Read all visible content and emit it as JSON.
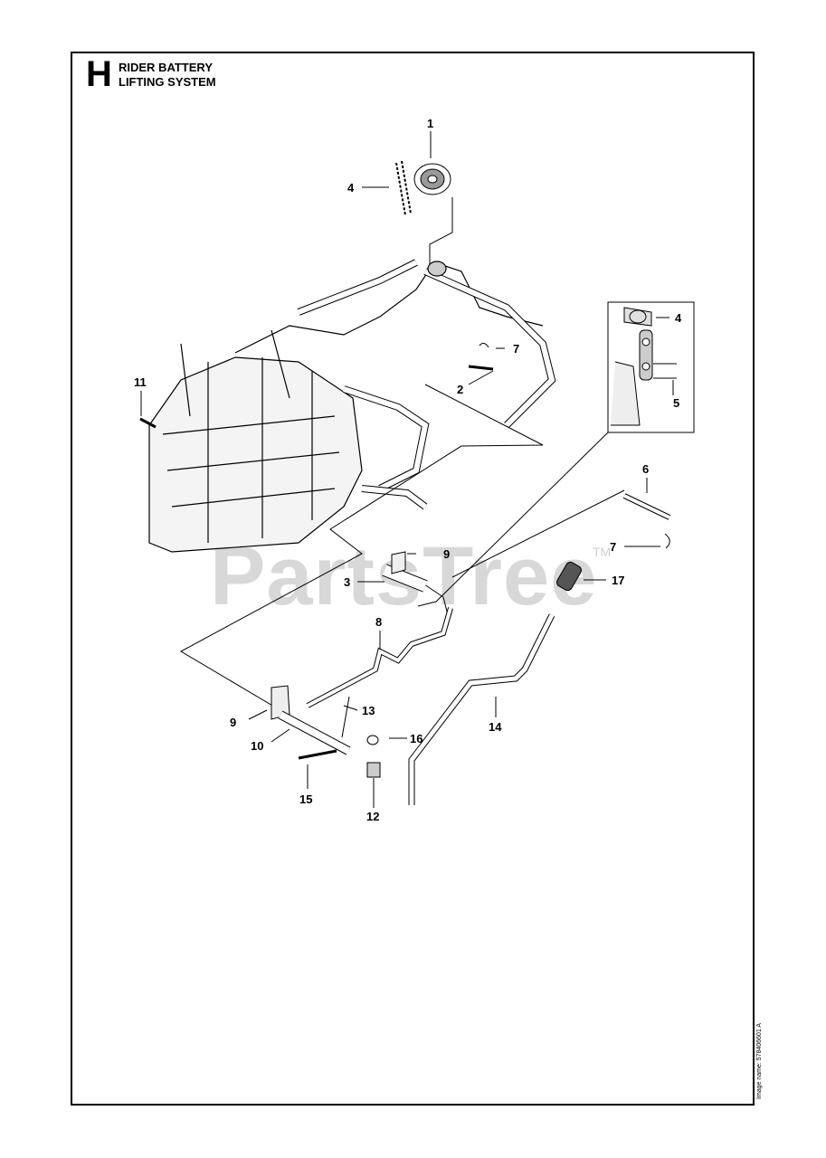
{
  "header": {
    "section_letter": "H",
    "title_line1": "RIDER BATTERY",
    "title_line2": "LIFTING SYSTEM"
  },
  "watermark": {
    "text": "PartsTree",
    "tm": "TM"
  },
  "image_name": "Image name: 578406601 A",
  "callouts": {
    "c1": "1",
    "c4a": "4",
    "c7a": "7",
    "c2": "2",
    "c11": "11",
    "c4b": "4",
    "c5": "5",
    "c6": "6",
    "c7b": "7",
    "c9a": "9",
    "c3": "3",
    "c17": "17",
    "c8": "8",
    "c13": "13",
    "c9b": "9",
    "c10": "10",
    "c16": "16",
    "c14": "14",
    "c15": "15",
    "c12": "12"
  }
}
